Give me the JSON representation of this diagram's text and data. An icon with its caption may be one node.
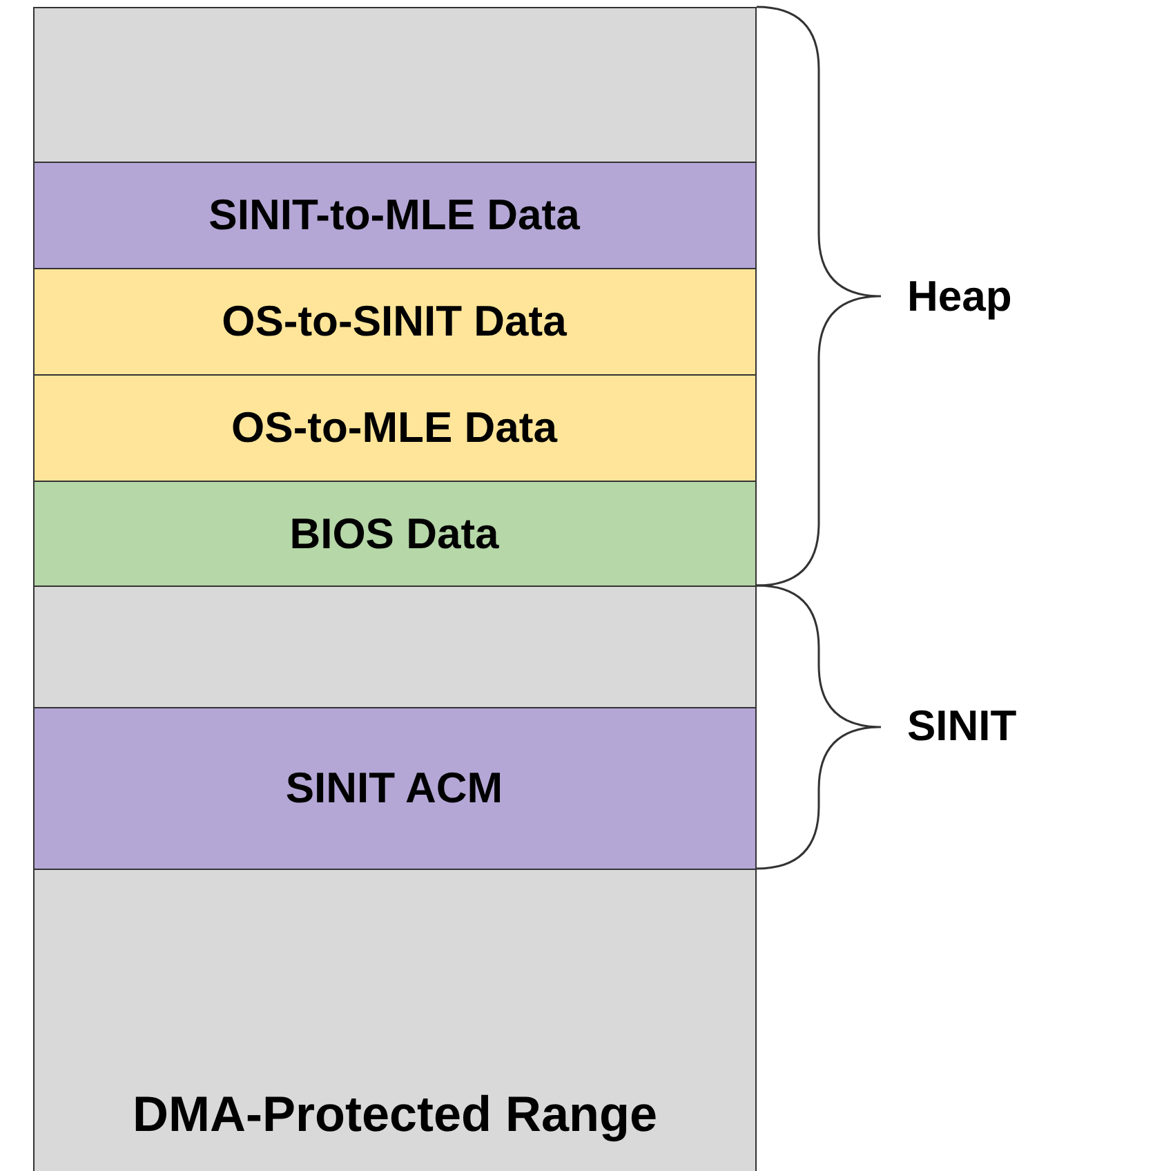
{
  "diagram": {
    "nodes": [
      {
        "text": [
          "DMA-Protected Range"
        ]
      },
      {
        "text": [
          "SINIT-to-MLE Data"
        ],
        "in": 0
      },
      {
        "text": [
          "OS-to-SINIT Data"
        ],
        "in": 0
      },
      {
        "text": [
          "OS-to-MLE Data"
        ],
        "in": 0
      },
      {
        "text": [
          "BIOS Data"
        ],
        "in": 0
      },
      {
        "text": [
          "SINIT ACM"
        ],
        "in": 0
      }
    ],
    "labels": [
      "Heap",
      "SINIT"
    ]
  }
}
